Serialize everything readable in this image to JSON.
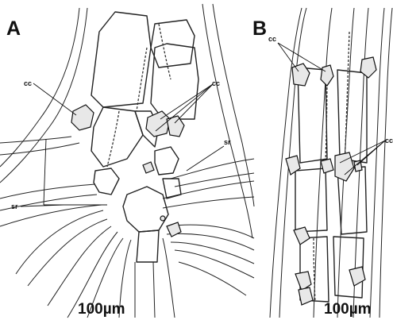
{
  "panels": [
    {
      "letter": "A",
      "annotations": {
        "cc": "cc",
        "sr_left": "sr",
        "sr_right": "sr"
      },
      "scale_label": "100µm"
    },
    {
      "letter": "B",
      "annotations": {
        "cc": "cc",
        "cc_right": "cc"
      },
      "scale_label": "100µm"
    }
  ]
}
